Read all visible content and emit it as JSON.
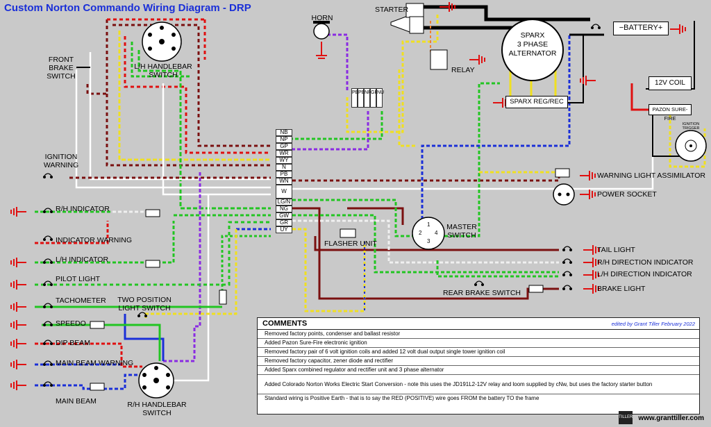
{
  "title": "Custom Norton Commando Wiring Diagram - DRP",
  "components": {
    "horn": "HORN",
    "starter": "STARTER",
    "battery": "BATTERY",
    "alternator": [
      "SPARX",
      "3 PHASE",
      "ALTERNATOR"
    ],
    "relay": "RELAY",
    "reg_rec": "SPARX REG/REC",
    "coil": "12V COIL",
    "pazon": "PAZON SURE-FIRE",
    "ignition_trigger": [
      "IGNITION",
      "TRIGGER"
    ],
    "lh_handlebar": [
      "L/H HANDLEBAR",
      "SWITCH"
    ],
    "front_brake": [
      "FRONT",
      "BRAKE",
      "SWITCH"
    ],
    "ignition_warning": [
      "IGNITION",
      "WARNING"
    ],
    "rh_indicator": "R/H INDICATOR",
    "indicator_warning": "INDICATOR WARNING",
    "lh_indicator": "L/H INDICATOR",
    "pilot_light": "PILOT LIGHT",
    "tachometer": "TACHOMETER",
    "two_position": [
      "TWO POSITION",
      "LIGHT SWITCH"
    ],
    "speedo": "SPEEDO",
    "dip_beam": "DIP BEAM",
    "main_beam_warning": "MAIN BEAM WARNING",
    "main_beam": "MAIN BEAM",
    "rh_handlebar": [
      "R/H HANDLEBAR",
      "SWITCH"
    ],
    "flasher": "FLASHER UNIT",
    "master_switch": [
      "MASTER",
      "SWITCH"
    ],
    "warning_assimilator": "WARNING LIGHT ASSIMILATOR",
    "power_socket": "POWER SOCKET",
    "tail_light": "TAIL LIGHT",
    "rh_direction": "R/H DIRECTION INDICATOR",
    "lh_direction": "L/H DIRECTION INDICATOR",
    "brake_light": "BRAKE LIGHT",
    "rear_brake": "REAR BRAKE SWITCH"
  },
  "connector": [
    "NB",
    "NP",
    "GP",
    "WR",
    "WY",
    "N",
    "PB",
    "WN",
    "W",
    "LG/N",
    "NG",
    "GW",
    "GR",
    "UY"
  ],
  "pins_top": [
    "PB",
    "PB",
    "NP",
    "GP",
    "NU"
  ],
  "master_pins": [
    "1",
    "2",
    "3",
    "4"
  ],
  "comments": {
    "header": "COMMENTS",
    "credit": "edited by Grant Tiller February 2022",
    "lines": [
      "Removed factory points, condenser and ballast resistor",
      "Added Pazon Sure-Fire electronic ignition",
      "Removed factory pair of 6 volt ignition coils and added 12 volt dual output single tower ignition coil",
      "Removed factory capacitor, zener diode and rectifier",
      "Added Sparx combined regulator and rectifier unit  and 3 phase alternator",
      "Added Colorado Norton Works Electric Start Conversion - note this uses the JD191L2-12V relay and loom supplied by cNw, but uses the factory starter button",
      "Standard wiring is Positive Earth - that is to say the RED (POSITIVE) wire goes FROM the battery TO the frame"
    ]
  },
  "website": "www.granttiller.com",
  "badge": "TILLER",
  "colors": {
    "background": "#c9c9c9",
    "earth": "#e01010",
    "brown": "#7a1010",
    "green": "#22c522",
    "yellow": "#f0e020",
    "blue": "#1a2fd8",
    "purple": "#8a2be2"
  }
}
